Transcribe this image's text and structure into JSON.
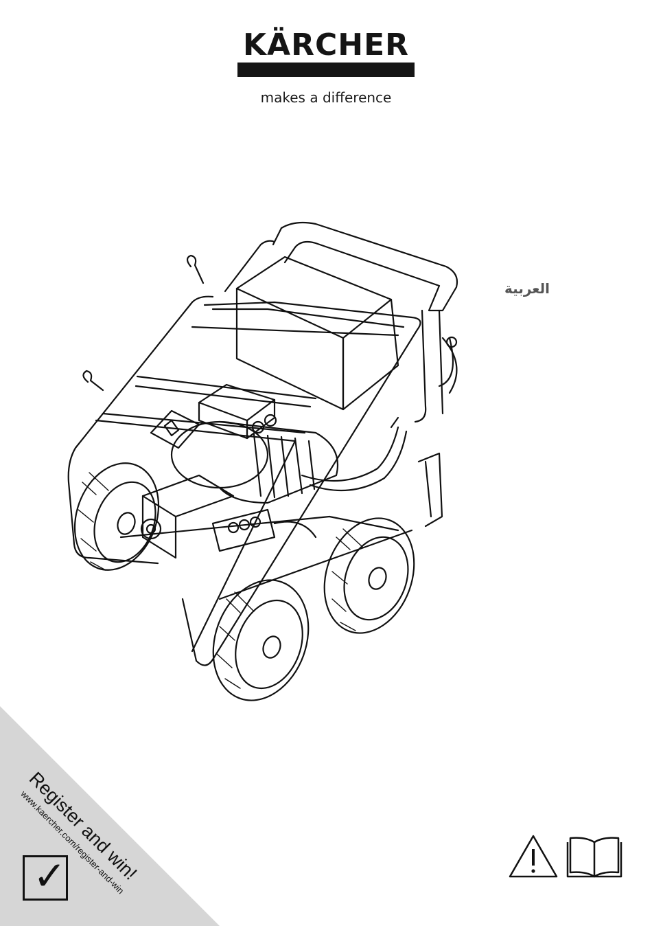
{
  "brand": {
    "name": "KÄRCHER",
    "tagline": "makes a difference"
  },
  "language": {
    "label": "العربية"
  },
  "product": {
    "icon": "pressure-washer-illustration"
  },
  "promo": {
    "title": "Register and win!",
    "url": "www.kaercher.com/register-and-win",
    "icon": "checkmark-icon",
    "background": "#d6d6d6"
  },
  "symbols": [
    {
      "icon": "warning-triangle-icon"
    },
    {
      "icon": "manual-book-icon"
    }
  ]
}
